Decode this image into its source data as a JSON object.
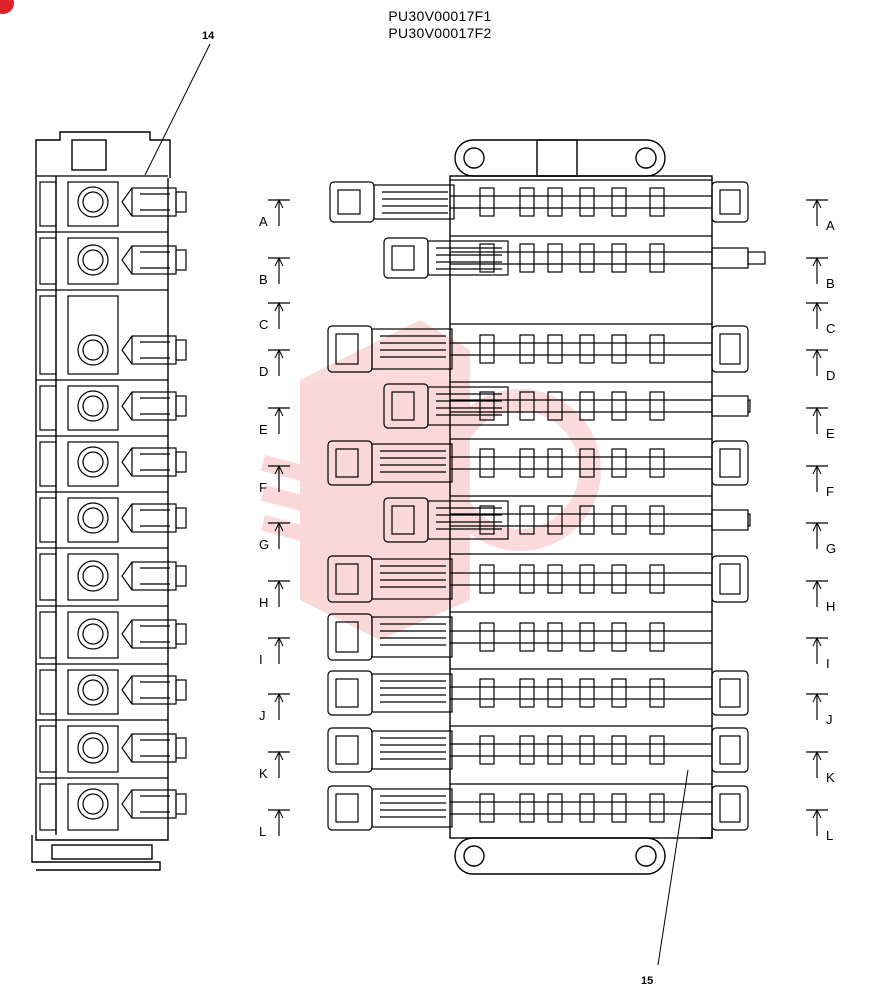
{
  "drawing": {
    "part_codes": [
      "PU30V00017F1",
      "PU30V00017F2"
    ],
    "callouts": {
      "left_block": "14",
      "right_block": "15"
    },
    "section_labels": [
      "A",
      "B",
      "C",
      "D",
      "E",
      "F",
      "G",
      "H",
      "I",
      "J",
      "K",
      "L"
    ]
  },
  "colors": {
    "line": "#000000",
    "watermark": "#e8303a",
    "badge": "#e0202a"
  }
}
